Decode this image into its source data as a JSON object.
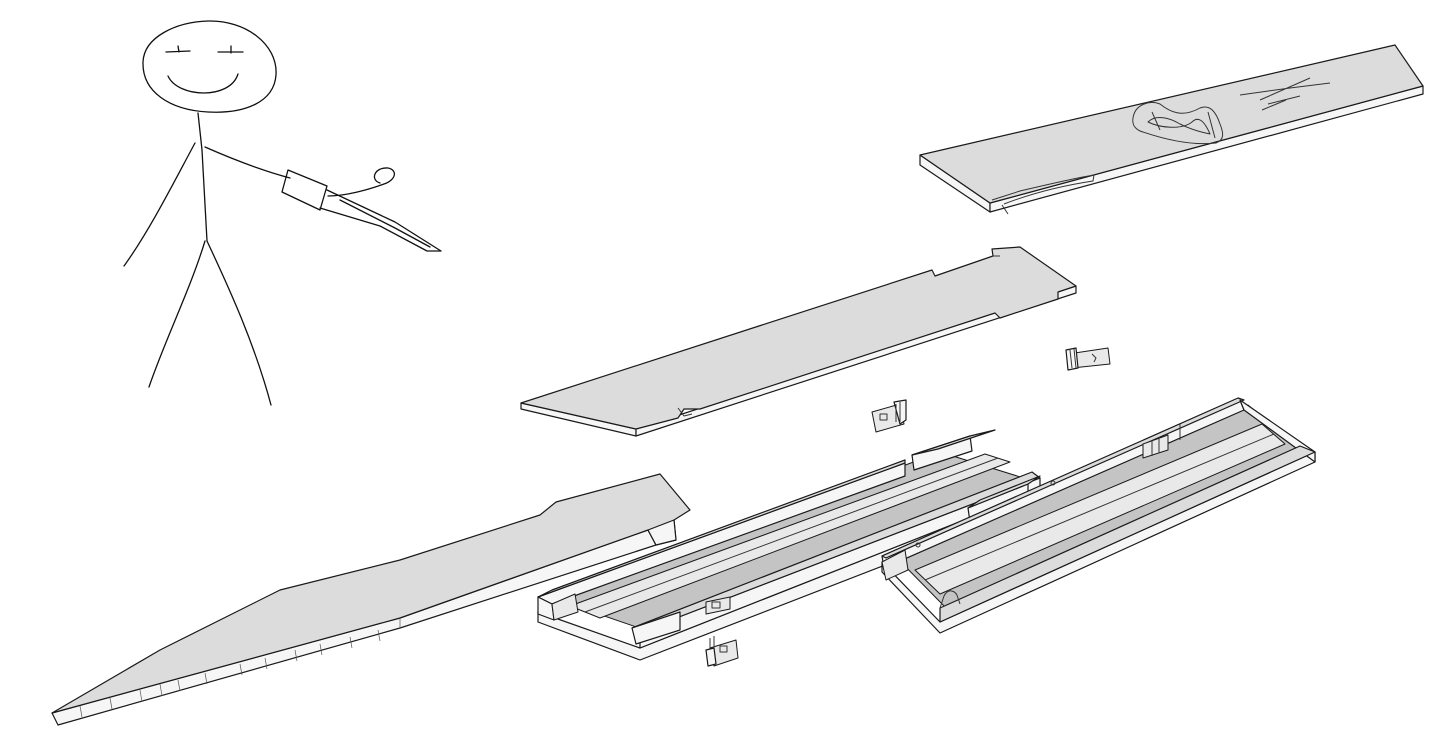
{
  "colors": {
    "background": "#ffffff",
    "line": "#1a1a1a",
    "surface_top": "#dcdcdc",
    "surface_side": "#f6f6f6",
    "surface_shadow": "#c4c4c4"
  },
  "parts": [
    {
      "name": "stick-figure-holding-knife"
    },
    {
      "name": "top-cover-plate-with-engraving"
    },
    {
      "name": "middle-cover-plate"
    },
    {
      "name": "blade"
    },
    {
      "name": "handle-front-housing"
    },
    {
      "name": "handle-rear-housing"
    },
    {
      "name": "hinge-clip"
    }
  ]
}
